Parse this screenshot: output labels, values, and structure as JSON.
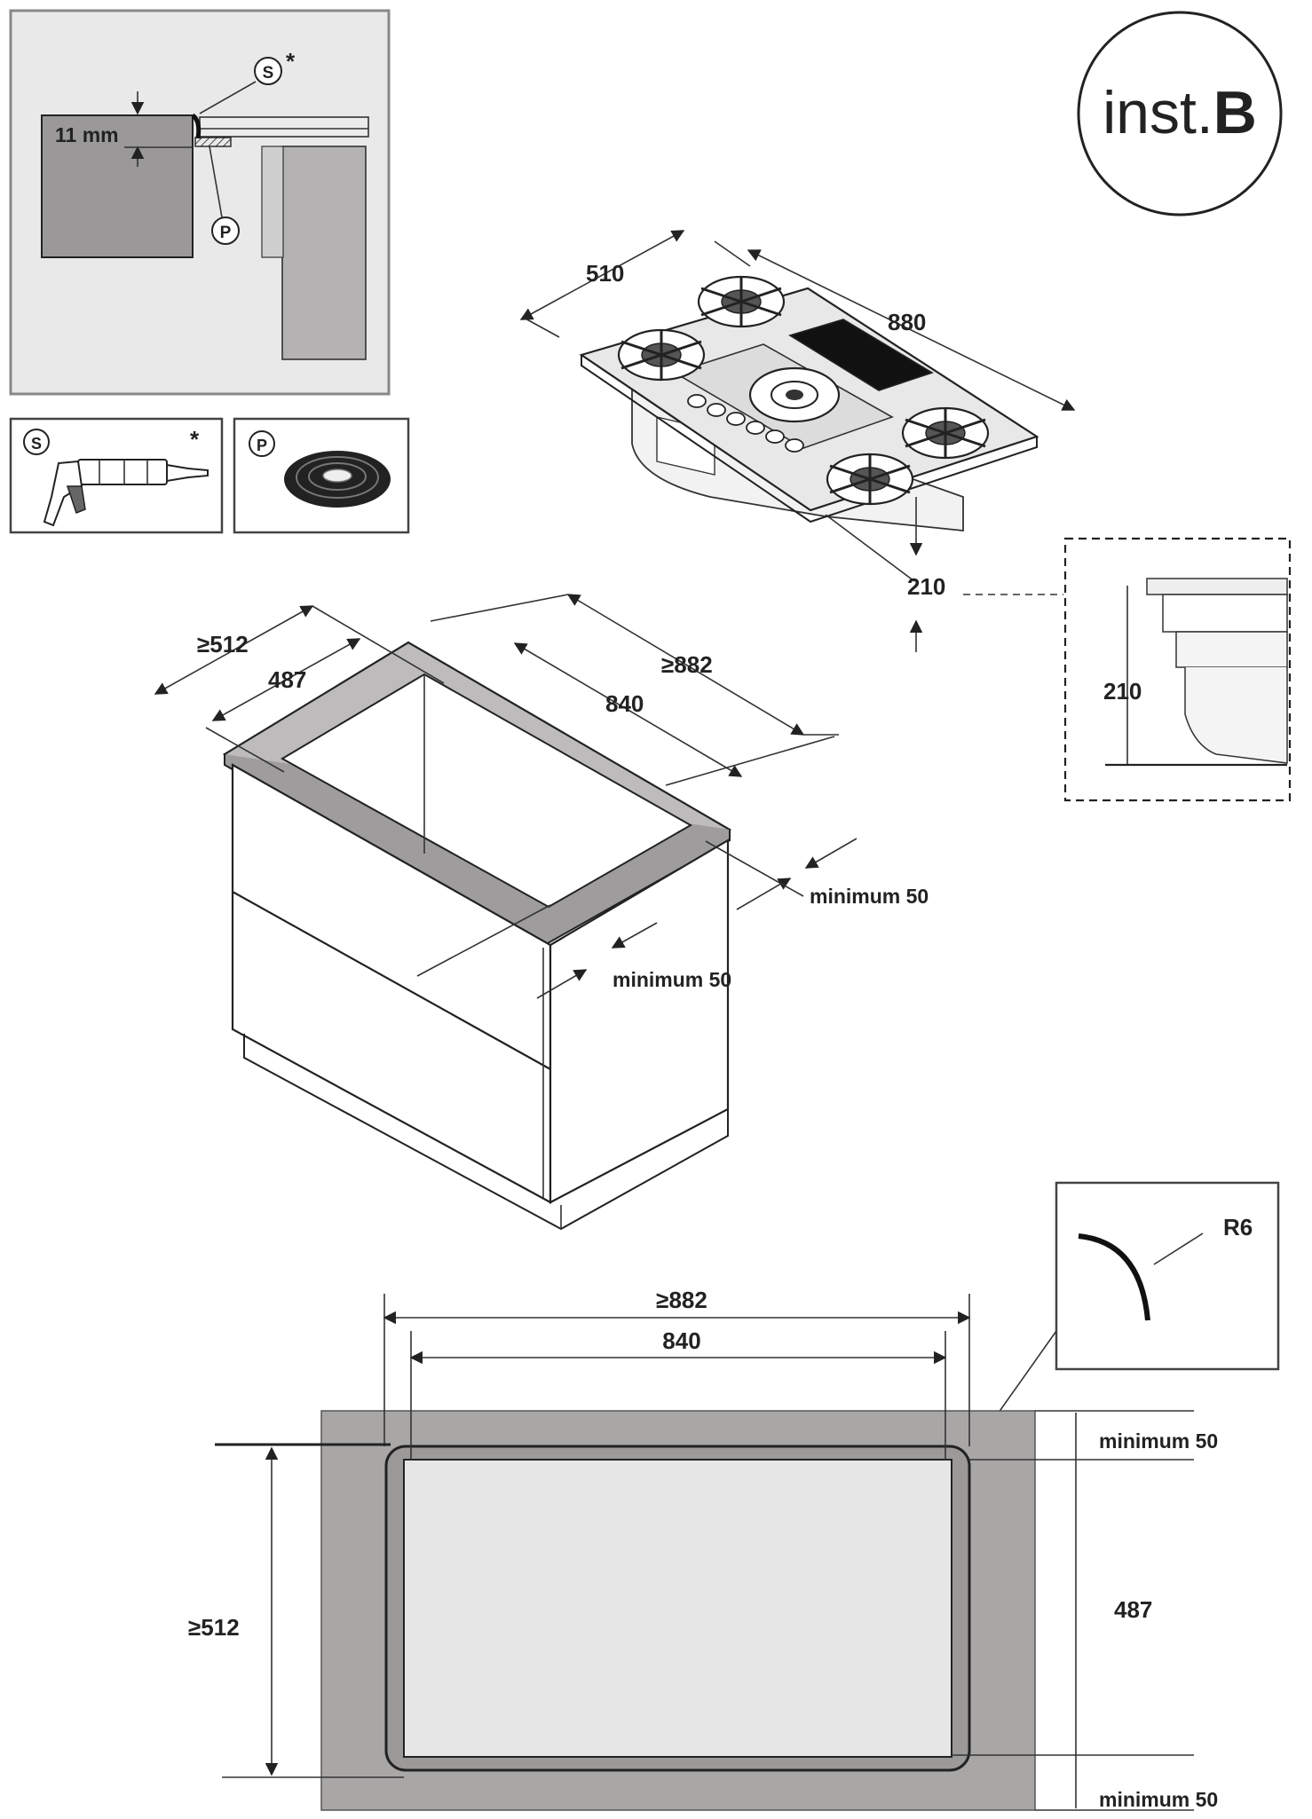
{
  "badge": {
    "text_plain": "inst.",
    "text_bold": "B"
  },
  "detail": {
    "gap": "11 mm",
    "sealant_marker": "S",
    "gasket_marker": "P",
    "asterisk": "*"
  },
  "tools": {
    "sealant_marker": "S",
    "gasket_marker": "P",
    "asterisk": "*"
  },
  "hob": {
    "depth": "510",
    "width": "880",
    "height": "210"
  },
  "inset": {
    "height": "210"
  },
  "cabinet": {
    "outer_depth": "≥512",
    "cutout_depth": "487",
    "outer_width": "≥882",
    "cutout_width": "840",
    "min_back": "minimum 50",
    "min_front": "minimum 50"
  },
  "corner": {
    "radius": "R6"
  },
  "plan": {
    "outer_width": "≥882",
    "cutout_width": "840",
    "outer_depth": "≥512",
    "cutout_depth": "487",
    "min_top": "minimum 50",
    "min_bottom": "minimum 50"
  },
  "colors": {
    "counter": "#a9a6a6",
    "cutout": "#e6e6e6",
    "line": "#222222",
    "panel": "#e8e8e8"
  }
}
